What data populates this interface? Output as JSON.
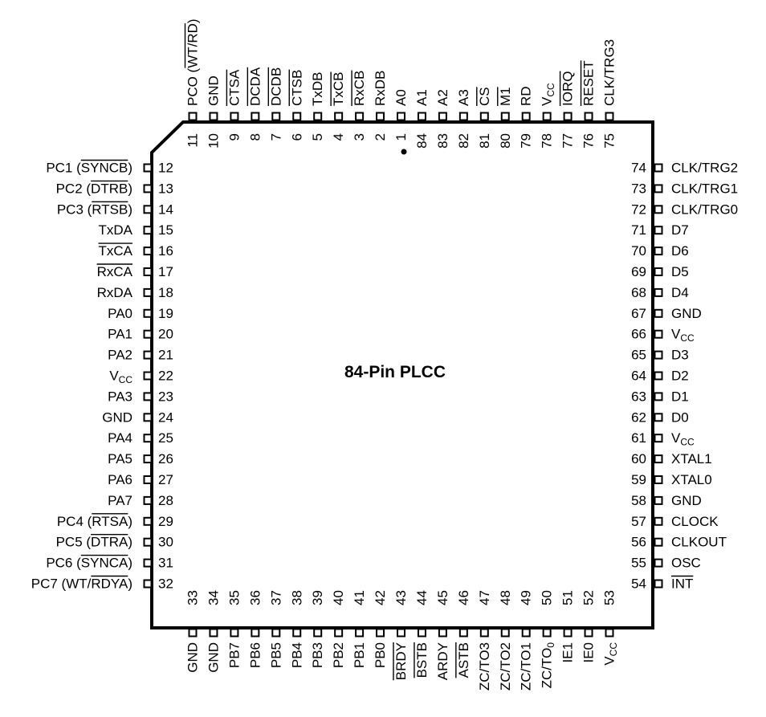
{
  "title": "84-Pin PLCC",
  "top_pins": [
    {
      "num": "11",
      "label": "PCO (WT/RD)",
      "overline": "WT/RD"
    },
    {
      "num": "10",
      "label": "GND"
    },
    {
      "num": "9",
      "label": "CTSA",
      "overline": "CTSA"
    },
    {
      "num": "8",
      "label": "DCDA",
      "overline": "DCDA"
    },
    {
      "num": "7",
      "label": "DCDB",
      "overline": "DCDB"
    },
    {
      "num": "6",
      "label": "CTSB",
      "overline": "CTSB"
    },
    {
      "num": "5",
      "label": "TxDB"
    },
    {
      "num": "4",
      "label": "TxCB",
      "overline": "TxCB"
    },
    {
      "num": "3",
      "label": "RxCB",
      "overline": "RxCB"
    },
    {
      "num": "2",
      "label": "RxDB"
    },
    {
      "num": "1",
      "label": "A0"
    },
    {
      "num": "84",
      "label": "A1"
    },
    {
      "num": "83",
      "label": "A2"
    },
    {
      "num": "82",
      "label": "A3"
    },
    {
      "num": "81",
      "label": "CS",
      "overline": "CS"
    },
    {
      "num": "80",
      "label": "M1",
      "overline": "M1"
    },
    {
      "num": "79",
      "label": "RD"
    },
    {
      "num": "78",
      "label": "V",
      "sub": "CC"
    },
    {
      "num": "77",
      "label": "IORQ",
      "overline": "IORQ"
    },
    {
      "num": "76",
      "label": "RESET",
      "overline": "RESET"
    },
    {
      "num": "75",
      "label": "CLK/TRG3"
    }
  ],
  "left_pins": [
    {
      "num": "12",
      "label": "PC1 (SYNCB)",
      "overline": "SYNCB"
    },
    {
      "num": "13",
      "label": "PC2 (DTRB)",
      "overline": "DTRB"
    },
    {
      "num": "14",
      "label": "PC3 (RTSB)",
      "overline": "RTSB"
    },
    {
      "num": "15",
      "label": "TxDA"
    },
    {
      "num": "16",
      "label": "TxCA",
      "overline": "TxCA"
    },
    {
      "num": "17",
      "label": "RxCA",
      "overline": "RxCA"
    },
    {
      "num": "18",
      "label": "RxDA"
    },
    {
      "num": "19",
      "label": "PA0"
    },
    {
      "num": "20",
      "label": "PA1"
    },
    {
      "num": "21",
      "label": "PA2"
    },
    {
      "num": "22",
      "label": "V",
      "sub": "CC"
    },
    {
      "num": "23",
      "label": "PA3"
    },
    {
      "num": "24",
      "label": "GND"
    },
    {
      "num": "25",
      "label": "PA4"
    },
    {
      "num": "26",
      "label": "PA5"
    },
    {
      "num": "27",
      "label": "PA6"
    },
    {
      "num": "28",
      "label": "PA7"
    },
    {
      "num": "29",
      "label": "PC4 (RTSA)",
      "overline": "RTSA"
    },
    {
      "num": "30",
      "label": "PC5 (DTRA)",
      "overline": "DTRA"
    },
    {
      "num": "31",
      "label": "PC6 (SYNCA)",
      "overline": "SYNCA"
    },
    {
      "num": "32",
      "label": "PC7 (WT/RDYA)",
      "overline": "RDYA"
    }
  ],
  "right_pins": [
    {
      "num": "74",
      "label": "CLK/TRG2"
    },
    {
      "num": "73",
      "label": "CLK/TRG1"
    },
    {
      "num": "72",
      "label": "CLK/TRG0"
    },
    {
      "num": "71",
      "label": "D7"
    },
    {
      "num": "70",
      "label": "D6"
    },
    {
      "num": "69",
      "label": "D5"
    },
    {
      "num": "68",
      "label": "D4"
    },
    {
      "num": "67",
      "label": "GND"
    },
    {
      "num": "66",
      "label": "V",
      "sub": "CC"
    },
    {
      "num": "65",
      "label": "D3"
    },
    {
      "num": "64",
      "label": "D2"
    },
    {
      "num": "63",
      "label": "D1"
    },
    {
      "num": "62",
      "label": "D0"
    },
    {
      "num": "61",
      "label": "V",
      "sub": "CC"
    },
    {
      "num": "60",
      "label": "XTAL1"
    },
    {
      "num": "59",
      "label": "XTAL0"
    },
    {
      "num": "58",
      "label": "GND"
    },
    {
      "num": "57",
      "label": "CLOCK"
    },
    {
      "num": "56",
      "label": "CLKOUT"
    },
    {
      "num": "55",
      "label": "OSC"
    },
    {
      "num": "54",
      "label": "INT",
      "overline": "INT"
    }
  ],
  "bottom_pins": [
    {
      "num": "33",
      "label": "GND"
    },
    {
      "num": "34",
      "label": "GND"
    },
    {
      "num": "35",
      "label": "PB7"
    },
    {
      "num": "36",
      "label": "PB6"
    },
    {
      "num": "37",
      "label": "PB5"
    },
    {
      "num": "38",
      "label": "PB4"
    },
    {
      "num": "39",
      "label": "PB3"
    },
    {
      "num": "40",
      "label": "PB2"
    },
    {
      "num": "41",
      "label": "PB1"
    },
    {
      "num": "42",
      "label": "PB0"
    },
    {
      "num": "43",
      "label": "BRDY",
      "overline": "BRDY"
    },
    {
      "num": "44",
      "label": "BSTB",
      "overline": "BSTB"
    },
    {
      "num": "45",
      "label": "ARDY"
    },
    {
      "num": "46",
      "label": "ASTB",
      "overline": "ASTB"
    },
    {
      "num": "47",
      "label": "ZC/TO3"
    },
    {
      "num": "48",
      "label": "ZC/TO2"
    },
    {
      "num": "49",
      "label": "ZC/TO1"
    },
    {
      "num": "50",
      "label": "ZC/TO",
      "sub": "0"
    },
    {
      "num": "51",
      "label": "IE1"
    },
    {
      "num": "52",
      "label": "IE0"
    },
    {
      "num": "53",
      "label": "V",
      "sub": "CC"
    }
  ]
}
